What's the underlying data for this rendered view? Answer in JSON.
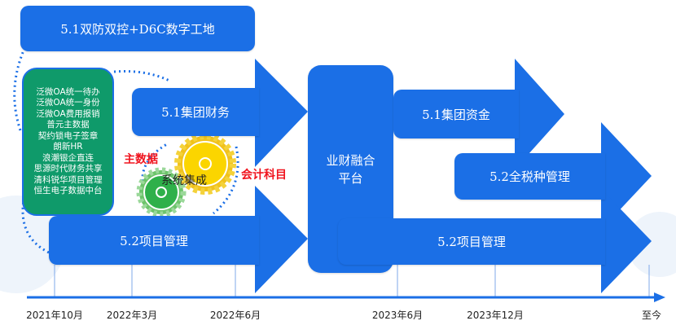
{
  "boxes": {
    "top": "5.1双防双控+D6C数字工地",
    "finance": "5.1集团财务",
    "project_left": "5.2项目管理",
    "platform": "业财融合平台",
    "funds": "5.1集团资金",
    "tax": "5.2全税种管理",
    "project_right": "5.2项目管理"
  },
  "systems": [
    "泛微OA统一待办",
    "泛微OA统一身份",
    "泛微OA费用报销",
    "普元主数据",
    "契约锁电子签章",
    "朗新HR",
    "浪潮银企直连",
    "思源时代财务共享",
    "清科锐华项目管理",
    "恒生电子数据中台"
  ],
  "integration": {
    "center": "系统集成",
    "left": "主数据",
    "right": "会计科目"
  },
  "timeline": [
    "2021年10月",
    "2022年3月",
    "2022年6月",
    "2023年6月",
    "2023年12月",
    "至今"
  ],
  "colors": {
    "blue": "#1b6fe6",
    "green": "#0f9a6a",
    "red": "#f0141e"
  }
}
